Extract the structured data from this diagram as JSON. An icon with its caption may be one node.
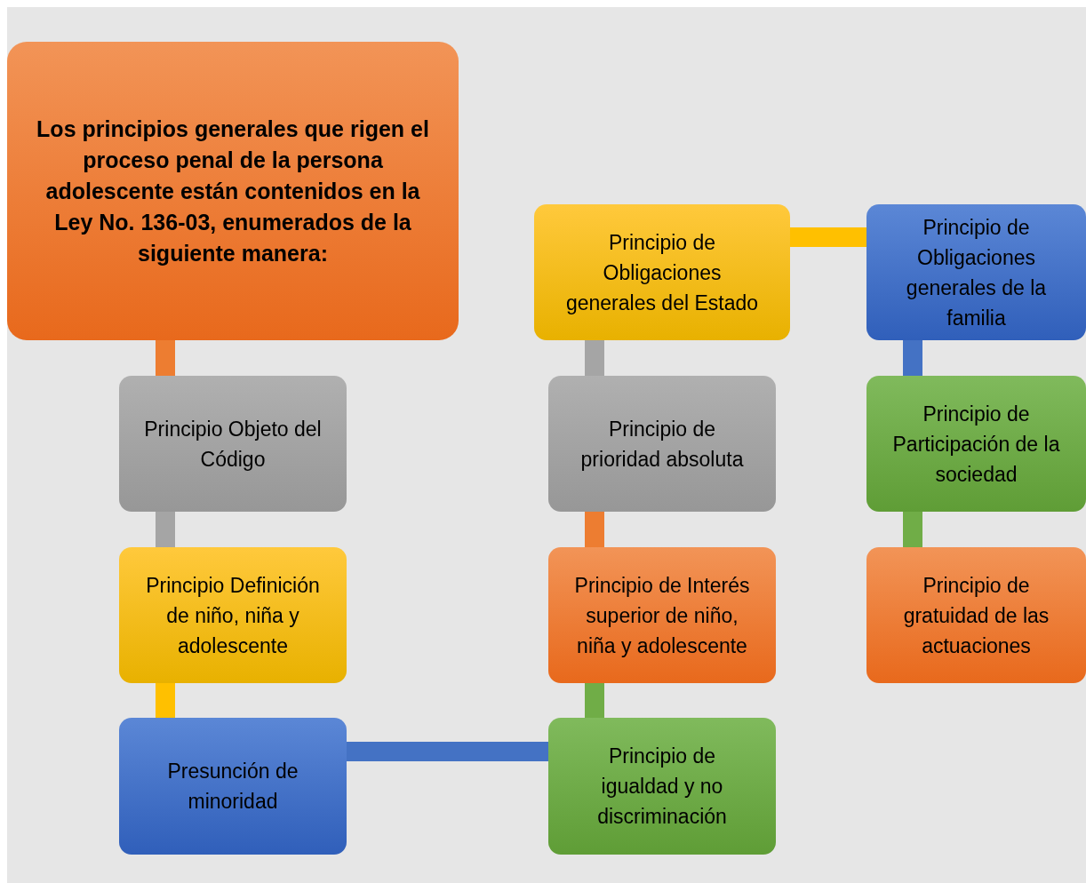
{
  "diagram": {
    "nodes": [
      {
        "text": [
          "Los principios generales que rigen el proceso penal de la persona adolescente están contenidos en la Ley No. 136-03, enumerados  de la siguiente manera:"
        ]
      },
      {
        "text": [
          "Principio Objeto del Código"
        ]
      },
      {
        "text": [
          "Principio Definición de niño, niña y adolescente"
        ]
      },
      {
        "text": [
          "Presunción de minoridad"
        ]
      },
      {
        "text": [
          "Principio de igualdad y no discriminación"
        ]
      },
      {
        "text": [
          "Principio de Interés superior de niño, niña y adolescente"
        ]
      },
      {
        "text": [
          "Principio de prioridad absoluta"
        ]
      },
      {
        "text": [
          "Principio de Obligaciones generales del Estado"
        ]
      },
      {
        "text": [
          "Principio de Obligaciones generales de la familia"
        ]
      },
      {
        "text": [
          "Principio de Participación de la sociedad"
        ]
      },
      {
        "text": [
          "Principio de gratuidad de las actuaciones"
        ]
      }
    ],
    "edges": [
      {
        "from": 0,
        "to": 1,
        "arrow": "none",
        "color": "#ed7d31"
      },
      {
        "from": 1,
        "to": 2,
        "arrow": "none",
        "color": "#a5a5a5"
      },
      {
        "from": 2,
        "to": 3,
        "arrow": "none",
        "color": "#ffc000"
      },
      {
        "from": 3,
        "to": 4,
        "arrow": "none",
        "color": "#4472c4"
      },
      {
        "from": 4,
        "to": 5,
        "arrow": "none",
        "color": "#70ad47"
      },
      {
        "from": 5,
        "to": 6,
        "arrow": "none",
        "color": "#ed7d31"
      },
      {
        "from": 6,
        "to": 7,
        "arrow": "none",
        "color": "#a5a5a5"
      },
      {
        "from": 7,
        "to": 8,
        "arrow": "none",
        "color": "#ffc000"
      },
      {
        "from": 8,
        "to": 9,
        "arrow": "none",
        "color": "#4472c4"
      },
      {
        "from": 9,
        "to": 10,
        "arrow": "none",
        "color": "#70ad47"
      }
    ]
  }
}
